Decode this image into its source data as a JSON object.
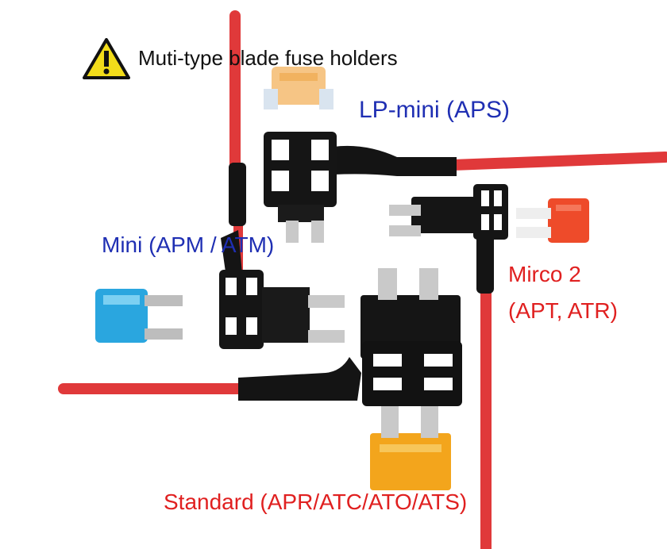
{
  "title": "Muti-type blade fuse holders",
  "labels": {
    "lp_mini": "LP-mini (APS)",
    "mini": "Mini (APM / ATM)",
    "micro_line1": "Mirco 2",
    "micro_line2": "(APT, ATR)",
    "standard": "Standard (APR/ATC/ATO/ATS)"
  },
  "icons": {
    "warning": "warning-triangle-icon"
  },
  "colors": {
    "blue_text": "#1f2fb3",
    "red_text": "#e02020",
    "wire_red": "#e0393a",
    "holder_black": "#151515",
    "fuse_blue": "#2aa6df",
    "fuse_orange": "#f3a51c",
    "fuse_red": "#ee4b2a",
    "fuse_peach": "#f6c585"
  }
}
